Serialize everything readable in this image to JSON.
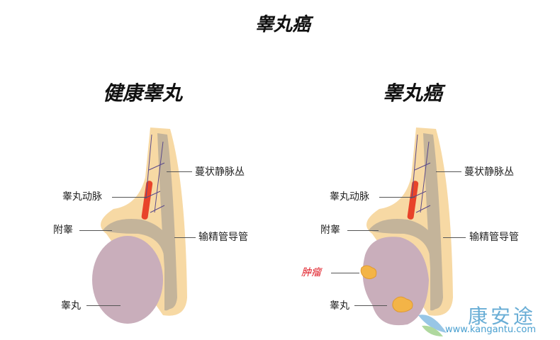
{
  "title": "睾丸癌",
  "panels": [
    {
      "title": "健康睾丸",
      "labels": {
        "pampiniform_plexus": "蔓状静脉丛",
        "testicular_artery": "睾丸动脉",
        "epididymis": "附睾",
        "vas_deferens": "输精管导管",
        "testicle": "睾丸"
      }
    },
    {
      "title": "睾丸癌",
      "labels": {
        "pampiniform_plexus": "蔓状静脉丛",
        "testicular_artery": "睾丸动脉",
        "epididymis": "附睾",
        "vas_deferens": "输精管导管",
        "tumor": "肿瘤",
        "testicle": "睾丸"
      }
    }
  ],
  "colors": {
    "skin": "#f7d9a4",
    "duct": "#c4b49a",
    "testicle": "#c9aebb",
    "artery": "#e8432a",
    "vein": "#5a4a8a",
    "tumor": "#f3b447",
    "tumor_label": "#e0202a"
  },
  "watermark": {
    "brand": "康安途",
    "url": "www.kangantu.com"
  }
}
